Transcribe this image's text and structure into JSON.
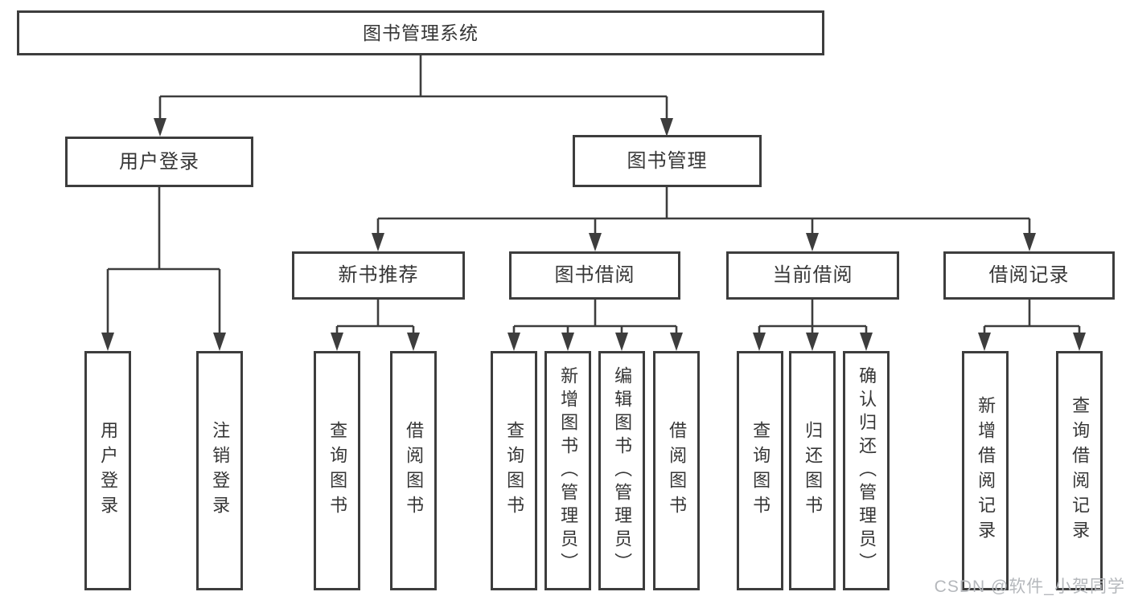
{
  "diagram": {
    "root": {
      "label": "图书管理系统",
      "children": [
        {
          "label": "用户登录",
          "children": [
            {
              "label": "用户登录"
            },
            {
              "label": "注销登录"
            }
          ]
        },
        {
          "label": "图书管理",
          "children": [
            {
              "label": "新书推荐",
              "children": [
                {
                  "label": "查询图书"
                },
                {
                  "label": "借阅图书"
                }
              ]
            },
            {
              "label": "图书借阅",
              "children": [
                {
                  "label": "查询图书"
                },
                {
                  "label": "新增图书（管理员）"
                },
                {
                  "label": "编辑图书（管理员）"
                },
                {
                  "label": "借阅图书"
                }
              ]
            },
            {
              "label": "当前借阅",
              "children": [
                {
                  "label": "查询图书"
                },
                {
                  "label": "归还图书"
                },
                {
                  "label": "确认归还（管理员）"
                }
              ]
            },
            {
              "label": "借阅记录",
              "children": [
                {
                  "label": "新增借阅记录"
                },
                {
                  "label": "查询借阅记录"
                }
              ]
            }
          ]
        }
      ]
    }
  },
  "watermark": {
    "text": "CSDN @软件_小贺同学"
  },
  "colors": {
    "line": "#3d3d3d",
    "box_border": "#3d3d3d",
    "text": "#363636",
    "watermark": "#b5b8bc",
    "background": "#ffffff"
  }
}
